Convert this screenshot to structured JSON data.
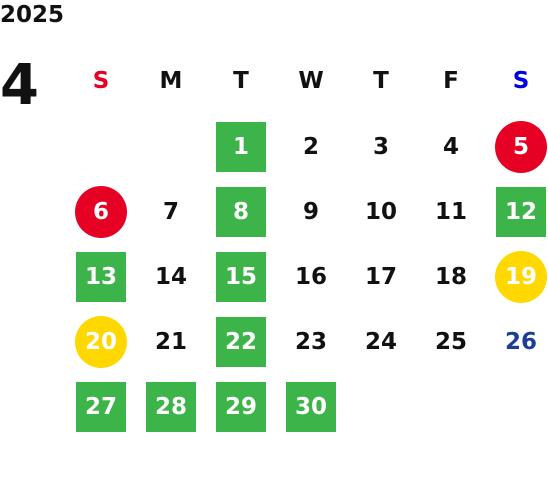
{
  "year": "2025",
  "month": "4",
  "weekdays": [
    "S",
    "M",
    "T",
    "W",
    "T",
    "F",
    "S"
  ],
  "colors": {
    "sunday_header": "#e60023",
    "saturday_header": "#0000e0",
    "green_day": "#3cb44a",
    "red_day": "#e60023",
    "yellow_day": "#ffd800",
    "navy_text": "#1c3f94"
  },
  "days": [
    {
      "d": "1",
      "col": 3,
      "style": "green"
    },
    {
      "d": "2",
      "col": 4,
      "style": ""
    },
    {
      "d": "3",
      "col": 5,
      "style": ""
    },
    {
      "d": "4",
      "col": 6,
      "style": ""
    },
    {
      "d": "5",
      "col": 7,
      "style": "red"
    },
    {
      "d": "6",
      "col": 1,
      "style": "red"
    },
    {
      "d": "7",
      "col": 2,
      "style": ""
    },
    {
      "d": "8",
      "col": 3,
      "style": "green"
    },
    {
      "d": "9",
      "col": 4,
      "style": ""
    },
    {
      "d": "10",
      "col": 5,
      "style": ""
    },
    {
      "d": "11",
      "col": 6,
      "style": ""
    },
    {
      "d": "12",
      "col": 7,
      "style": "green"
    },
    {
      "d": "13",
      "col": 1,
      "style": "green"
    },
    {
      "d": "14",
      "col": 2,
      "style": ""
    },
    {
      "d": "15",
      "col": 3,
      "style": "green"
    },
    {
      "d": "16",
      "col": 4,
      "style": ""
    },
    {
      "d": "17",
      "col": 5,
      "style": ""
    },
    {
      "d": "18",
      "col": 6,
      "style": ""
    },
    {
      "d": "19",
      "col": 7,
      "style": "yellow"
    },
    {
      "d": "20",
      "col": 1,
      "style": "yellow"
    },
    {
      "d": "21",
      "col": 2,
      "style": ""
    },
    {
      "d": "22",
      "col": 3,
      "style": "green"
    },
    {
      "d": "23",
      "col": 4,
      "style": ""
    },
    {
      "d": "24",
      "col": 5,
      "style": ""
    },
    {
      "d": "25",
      "col": 6,
      "style": ""
    },
    {
      "d": "26",
      "col": 7,
      "style": "navy"
    },
    {
      "d": "27",
      "col": 1,
      "style": "green"
    },
    {
      "d": "28",
      "col": 2,
      "style": "green"
    },
    {
      "d": "29",
      "col": 3,
      "style": "green"
    },
    {
      "d": "30",
      "col": 4,
      "style": "green"
    }
  ]
}
